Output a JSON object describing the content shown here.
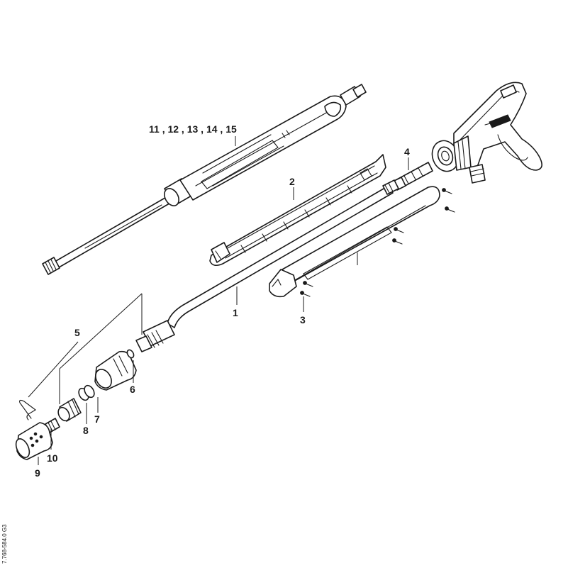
{
  "callouts": {
    "c1": "1",
    "c2": "2",
    "c3": "3",
    "c4": "4",
    "c5": "5",
    "c6": "6",
    "c7": "7",
    "c8": "8",
    "c9": "9",
    "c10": "10",
    "c11_15": "11 , 12 , 13 , 14 , 15"
  },
  "doc_id": "7.768-584.0 G3"
}
